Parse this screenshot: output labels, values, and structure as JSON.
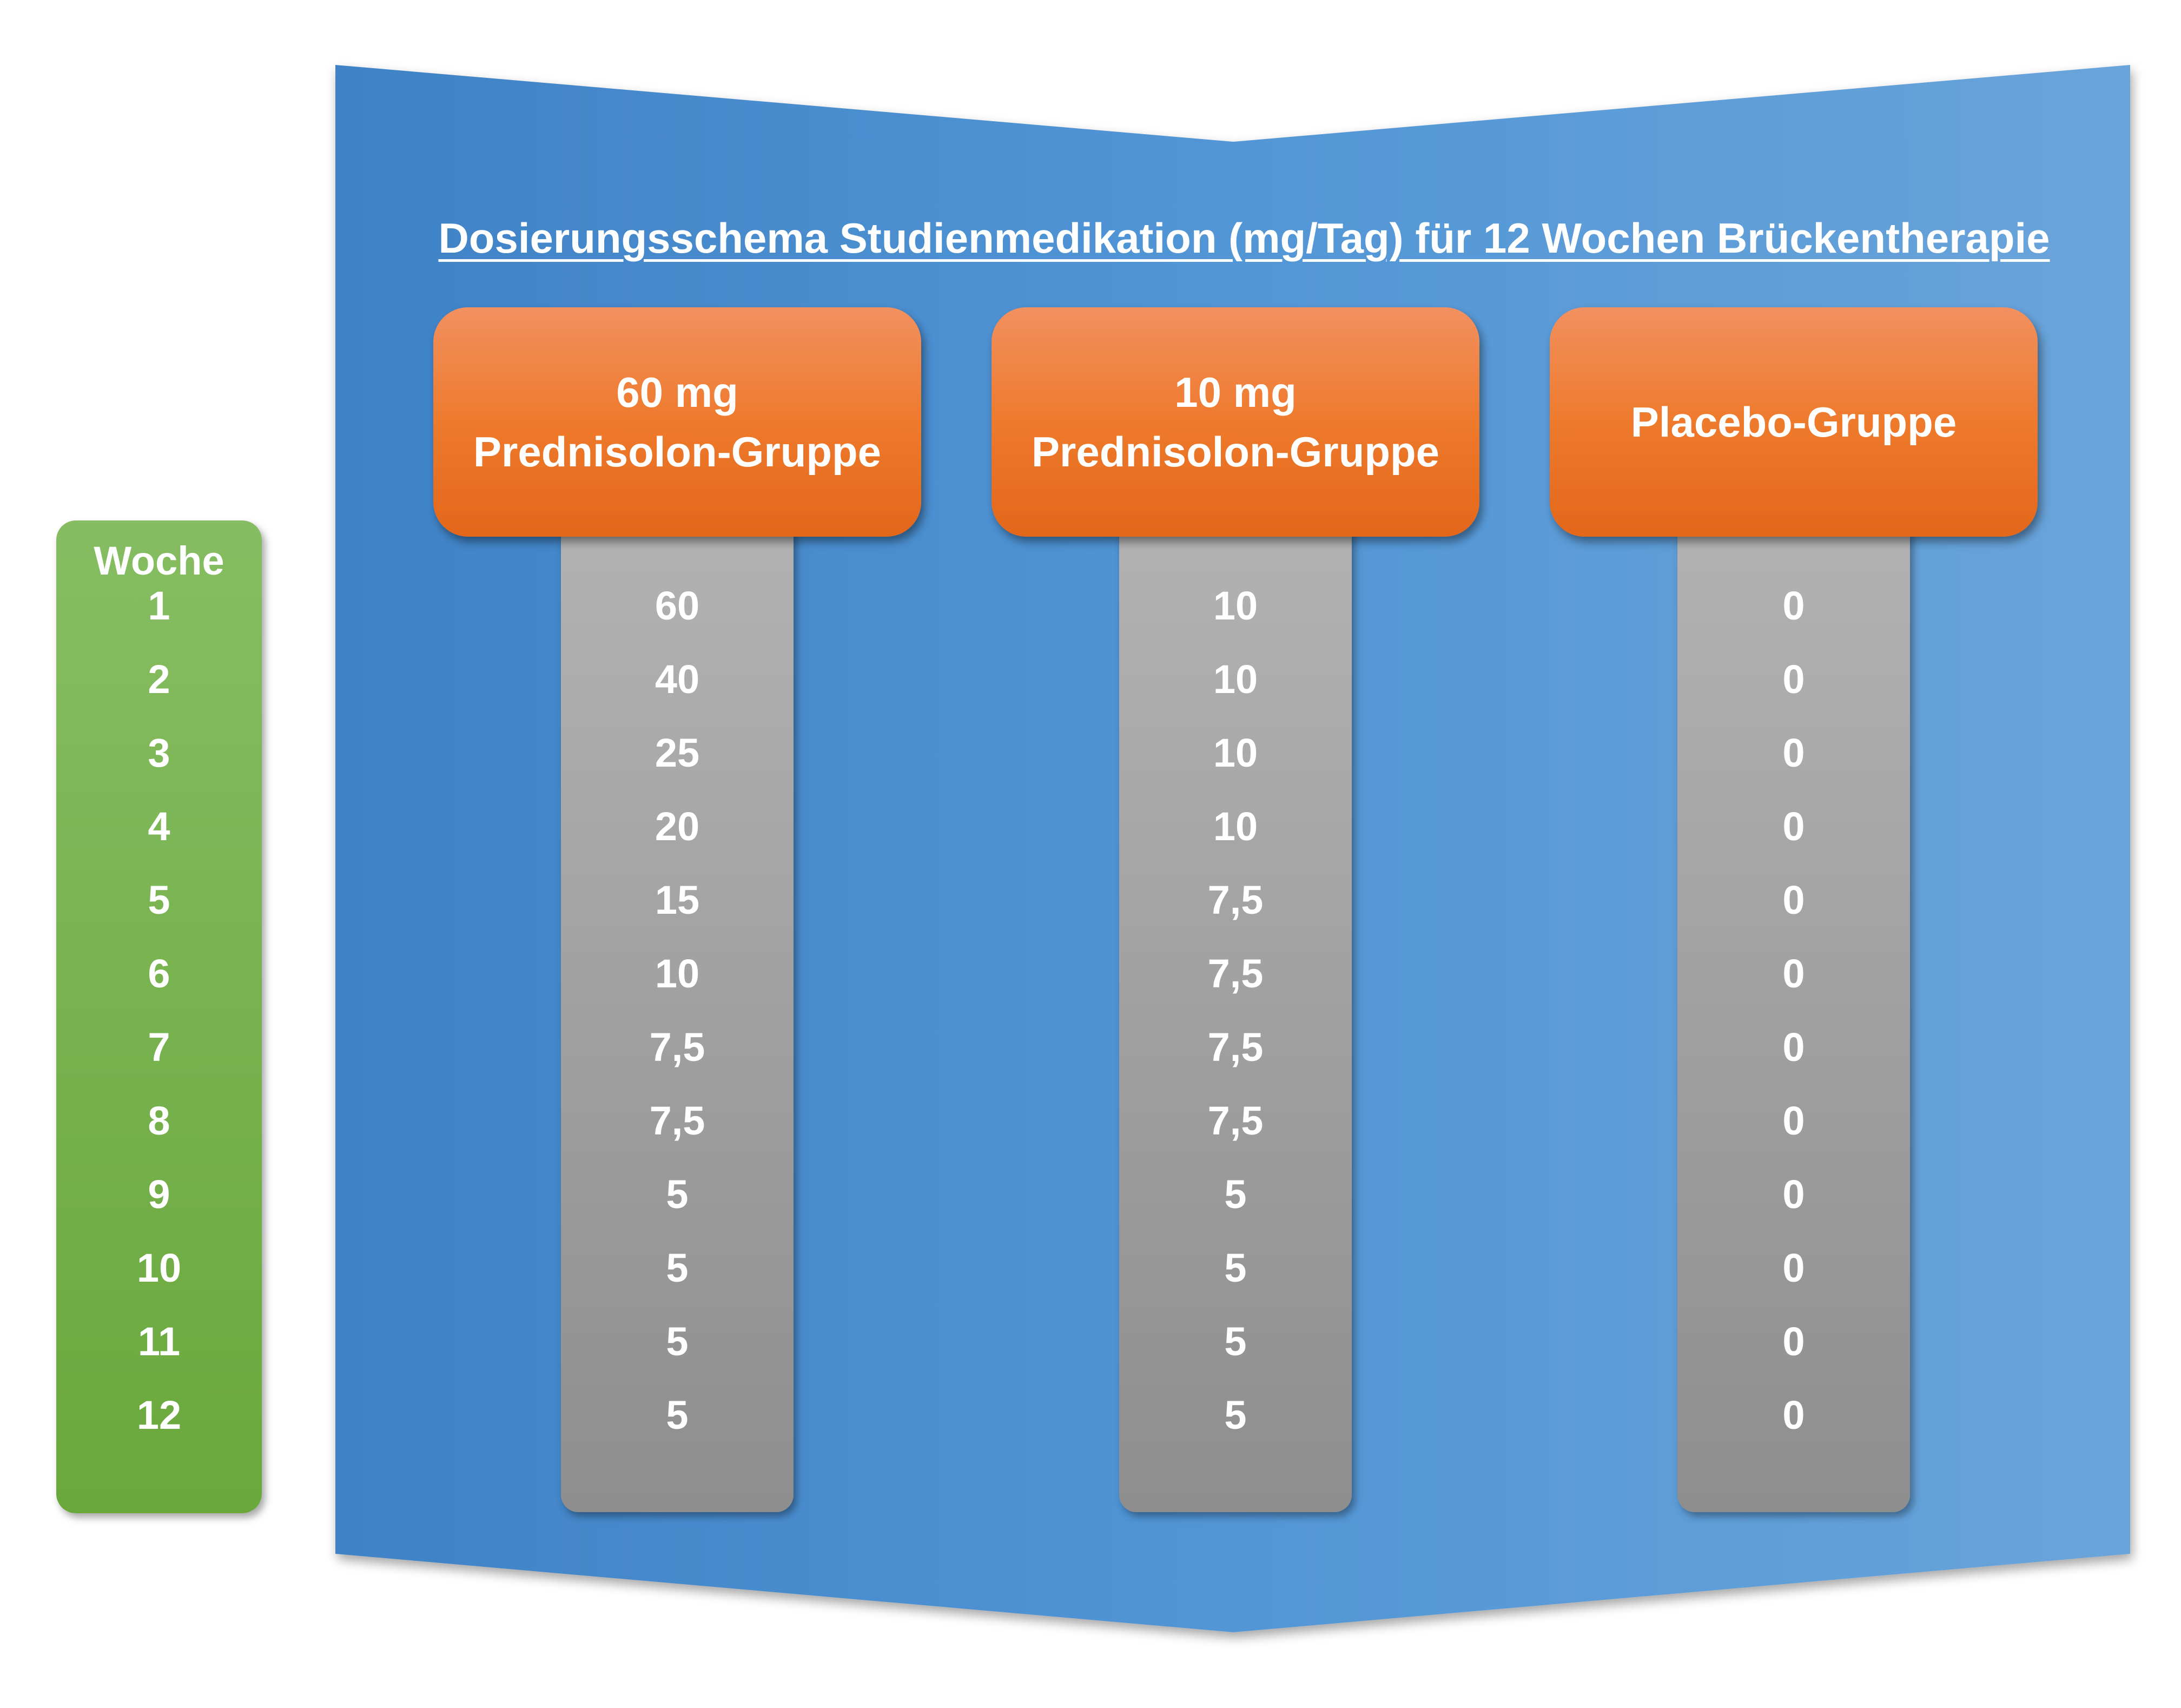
{
  "title": "Dosierungsschema Studienmedikation (mg/Tag) für 12 Wochen Brückentherapie",
  "week_header": "Woche",
  "weeks": [
    "1",
    "2",
    "3",
    "4",
    "5",
    "6",
    "7",
    "8",
    "9",
    "10",
    "11",
    "12"
  ],
  "groups": [
    {
      "label": "60 mg\nPrednisolon-Gruppe",
      "doses": [
        "60",
        "40",
        "25",
        "20",
        "15",
        "10",
        "7,5",
        "7,5",
        "5",
        "5",
        "5",
        "5"
      ]
    },
    {
      "label": "10 mg\nPrednisolon-Gruppe",
      "doses": [
        "10",
        "10",
        "10",
        "10",
        "7,5",
        "7,5",
        "7,5",
        "7,5",
        "5",
        "5",
        "5",
        "5"
      ]
    },
    {
      "label": "Placebo-Gruppe",
      "doses": [
        "0",
        "0",
        "0",
        "0",
        "0",
        "0",
        "0",
        "0",
        "0",
        "0",
        "0",
        "0"
      ]
    }
  ],
  "colors": {
    "banner": "#4a8bcc",
    "header": "#ee7a2c",
    "pillar": "#a0a0a0",
    "week_column": "#78b24e",
    "text": "#ffffff"
  }
}
